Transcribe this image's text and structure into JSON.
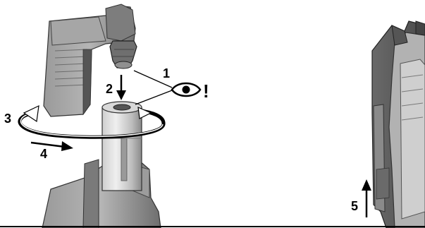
{
  "figure": {
    "step_labels": {
      "one": "1",
      "two": "2",
      "three": "3",
      "four": "4",
      "five": "5"
    },
    "warning_mark": "!",
    "icons": [
      "eye-icon",
      "rotation-arrow",
      "down-arrow",
      "right-arrow",
      "up-arrow"
    ],
    "colors": {
      "body": "#8e8e8e",
      "highlight": "#cfcfcf",
      "shadow": "#5a5a5a",
      "outline": "#000000"
    }
  }
}
